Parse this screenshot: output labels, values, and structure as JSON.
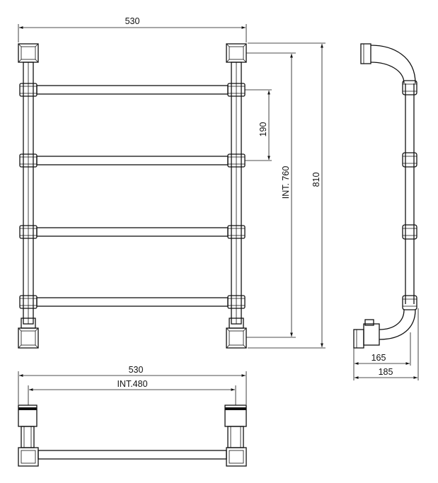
{
  "dimensions": {
    "front_width": "530",
    "rail_spacing": "190",
    "internal_height": "INT. 760",
    "overall_height": "810",
    "side_projection_inner": "165",
    "side_projection_outer": "185",
    "plan_width": "530",
    "plan_internal_width": "INT.480"
  }
}
